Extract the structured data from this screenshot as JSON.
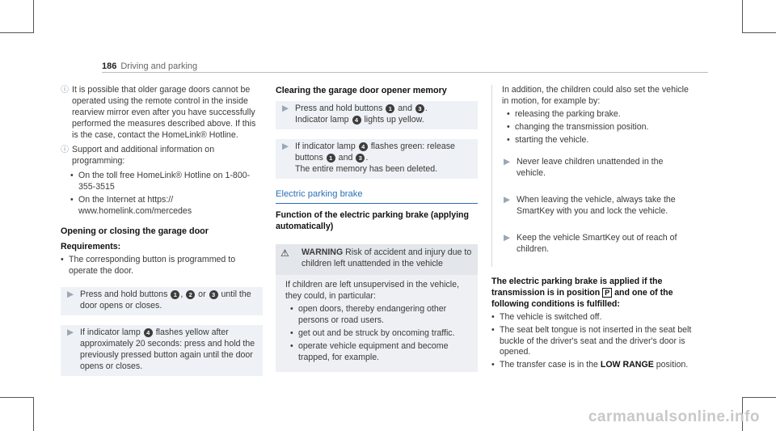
{
  "header": {
    "page_number": "186",
    "section": "Driving and parking"
  },
  "col1": {
    "note1": "It is possible that older garage doors cannot be operated using the remote control in the inside rearview mirror even after you have successfully performed the measures described above. If this is the case, contact the HomeLink® Hotline.",
    "note2": "Support and additional information on programming:",
    "bullet1": "On the toll free HomeLink® Hotline on 1-800-355-3515",
    "bullet2": "On the Internet at https:// www.homelink.com/mercedes",
    "heading": "Opening or closing the garage door",
    "req_title": "Requirements:",
    "req_bullet": "The corresponding button is programmed to operate the door.",
    "step1_a": "Press and hold buttons",
    "step1_or": "or",
    "step1_b": "until the door opens or closes.",
    "step2_a": "If indicator lamp",
    "step2_b": "flashes yellow after approximately 20 seconds: press and hold the previously pressed button again until the door opens or closes."
  },
  "col2": {
    "heading": "Clearing the garage door opener memory",
    "step1_a": "Press and hold buttons",
    "step1_and": "and",
    "step1_b": "Indicator lamp",
    "step1_c": "lights up yellow.",
    "step2_a": "If indicator lamp",
    "step2_b": "flashes green: release buttons",
    "step2_and": "and",
    "step2_c": "The entire memory has been deleted.",
    "section_title": "Electric parking brake",
    "sub_heading": "Function of the electric parking brake (applying automatically)",
    "warning_label": "WARNING",
    "warning_text": "Risk of accident and injury due to children left unattended in the vehicle",
    "warning_body": "If children are left unsupervised in the vehicle, they could, in particular:",
    "wb1": "open doors, thereby endangering other persons or road users.",
    "wb2": "get out and be struck by oncoming traffic.",
    "wb3": "operate vehicle equipment and become trapped, for example."
  },
  "col3": {
    "intro": "In addition, the children could also set the vehicle in motion, for example by:",
    "b1": "releasing the parking brake.",
    "b2": "changing the transmission position.",
    "b3": "starting the vehicle.",
    "step1": "Never leave children unattended in the vehicle.",
    "step2": "When leaving the vehicle, always take the SmartKey with you and lock the vehicle.",
    "step3": "Keep the vehicle SmartKey out of reach of children.",
    "heading_a": "The electric parking brake is applied if the transmission is in position",
    "heading_p": "P",
    "heading_b": "and one of the following conditions is fulfilled:",
    "c1": "The vehicle is switched off.",
    "c2": "The seat belt tongue is not inserted in the seat belt buckle of the driver's seat and the driver's door is opened.",
    "c3_a": "The transfer case is in the",
    "c3_bold": "LOW RANGE",
    "c3_b": "position."
  },
  "markers": {
    "m1": "1",
    "m2": "2",
    "m3": "3",
    "m4": "4"
  },
  "watermark": "carmanualsonline.info"
}
